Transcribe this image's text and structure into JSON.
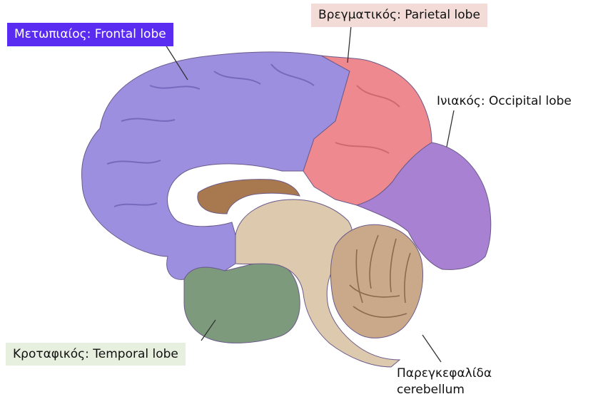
{
  "labels": {
    "frontal": "Μετωπιαίος: Frontal lobe",
    "parietal": "Βρεγματικός: Parietal lobe",
    "occipital": "Ινιακός: Occipital lobe",
    "temporal": "Κροταφικός: Temporal lobe",
    "cerebellum_greek": "Παρεγκεφαλίδα",
    "cerebellum_english": "cerebellum"
  },
  "colors": {
    "frontal_lobe": "#9c8fe0",
    "parietal_lobe": "#ee8a8f",
    "occipital_lobe": "#a981d2",
    "temporal_lobe": "#7d9b7c",
    "cerebellum": "#c9a98a",
    "brainstem": "#ddc9ae",
    "corpus_callosum": "#a8794f",
    "frontal_label_bg": "#5a2cf2",
    "parietal_label_bg": "#f3dcd7",
    "temporal_label_bg": "#e7f0df"
  }
}
